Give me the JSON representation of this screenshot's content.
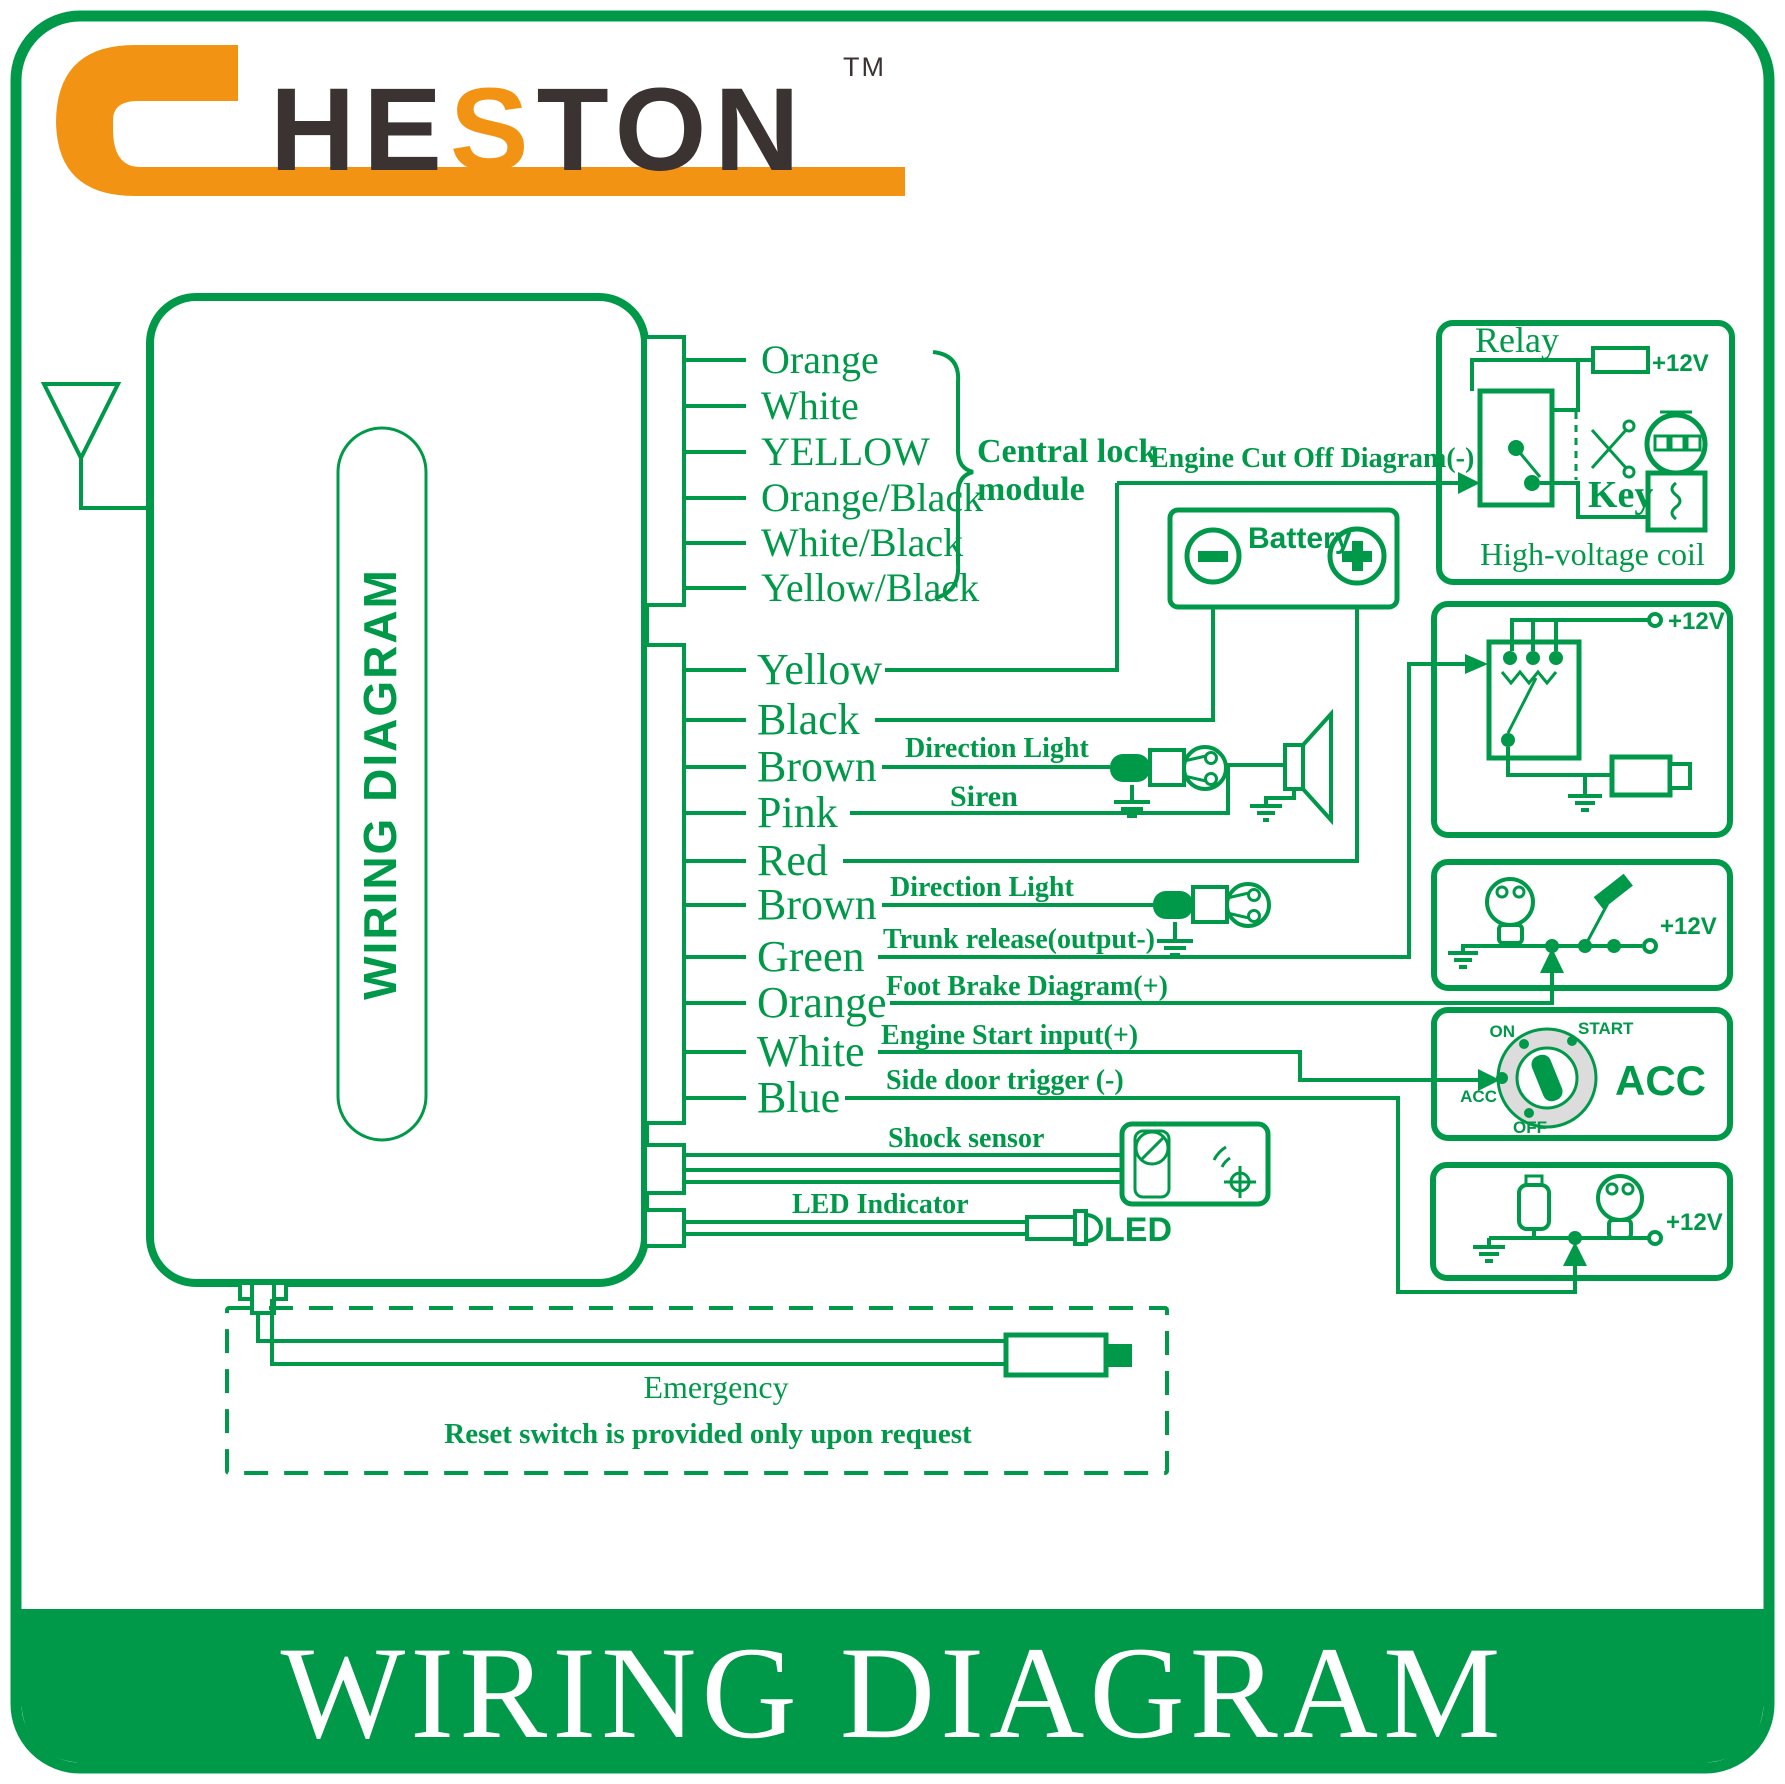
{
  "colors": {
    "green": "#009949",
    "orange": "#F39313",
    "dark": "#3A3331",
    "gray": "#DCDCDC",
    "white": "#FFFFFF"
  },
  "brand": {
    "pre": "HE",
    "s": "S",
    "post": "TON",
    "tm": "TM"
  },
  "unit": {
    "vertical_label": "WIRING DIAGRAM"
  },
  "central_lock": {
    "wires": [
      "Orange",
      "White",
      "YELLOW",
      "Orange/Black",
      "White/Black",
      "Yellow/Black"
    ],
    "label_line1": "Central lock",
    "label_line2": "module"
  },
  "wires": {
    "main": [
      "Yellow",
      "Black",
      "Brown",
      "Pink",
      "Red",
      "Brown",
      "Green",
      "Orange",
      "White",
      "Blue"
    ]
  },
  "annotations": {
    "engine_cut": "Engine Cut Off Diagram(-)",
    "direction_light_1": "Direction Light",
    "siren": "Siren",
    "direction_light_2": "Direction Light",
    "trunk_release": "Trunk release(output-)",
    "foot_brake": "Foot Brake Diagram(+)",
    "engine_start": "Engine Start input(+)",
    "side_door": "Side door trigger (-)",
    "shock_sensor": "Shock sensor",
    "led_indicator": "LED Indicator",
    "led": "LED"
  },
  "battery": {
    "label": "Battery"
  },
  "relay_box": {
    "title": "Relay",
    "key": "Key",
    "coil": "High-voltage coil"
  },
  "ignition": {
    "on": "ON",
    "start": "START",
    "acc_small": "ACC",
    "off": "OFF",
    "acc_big": "ACC"
  },
  "labels": {
    "v12": "+12V"
  },
  "emergency": {
    "title": "Emergency",
    "note": "Reset switch is provided only upon request"
  },
  "banner": {
    "title": "WIRING DIAGRAM"
  },
  "icons": {
    "antenna": "antenna-icon triangle-down",
    "battery_minus": "−",
    "battery_plus": "+",
    "scissors": "scissors-cut-icon",
    "ground": "earth-ground-icon",
    "bulb": "lamp-bulb-icon",
    "siren": "horn-speaker-icon",
    "led": "led-lamp-icon",
    "vibration": "shock-waves-icon",
    "key_slot": "ignition-key-slot",
    "relay_contact": "relay-switch-contact",
    "diode": "diode-arrow-up",
    "actuator": "lock-actuator-icon",
    "door_switch": "door-pin-switch-icon",
    "brake_pedal": "brake-pedal-icon",
    "reset_switch": "inline-switch-icon"
  }
}
